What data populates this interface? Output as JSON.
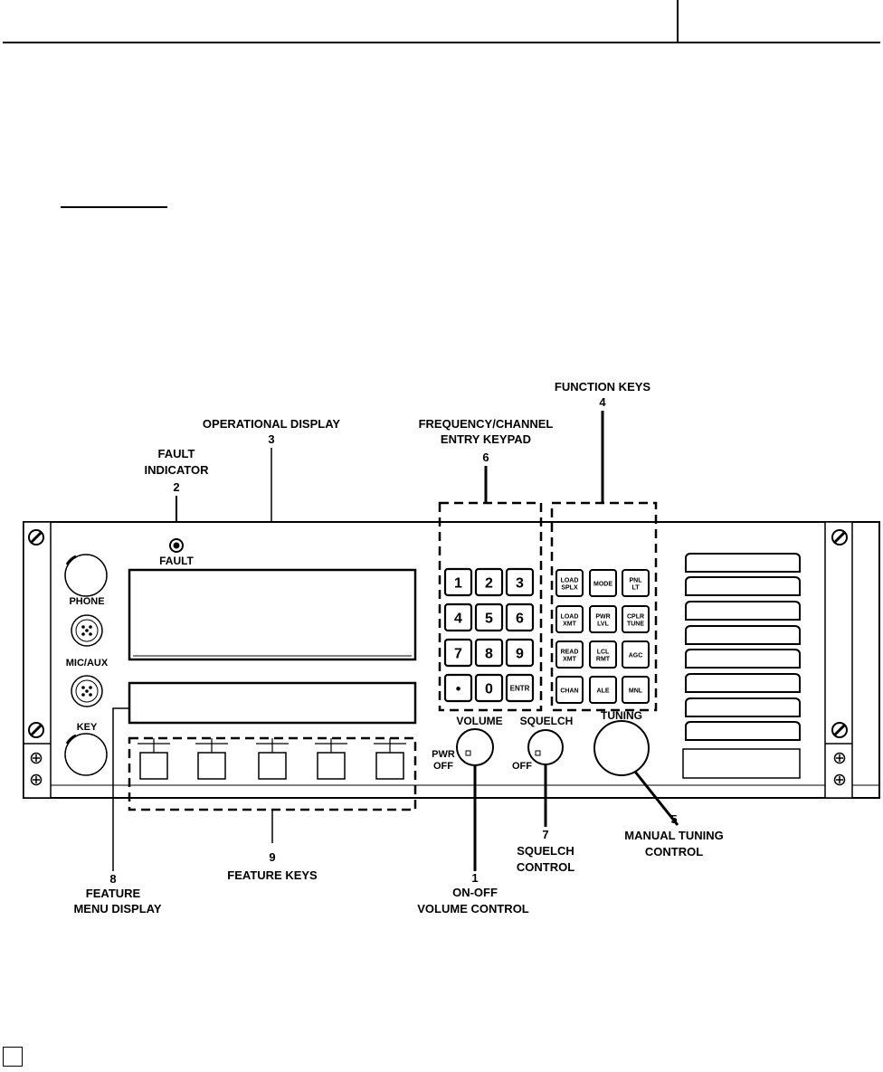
{
  "callouts": {
    "function_keys": {
      "number": "4",
      "label": "FUNCTION KEYS"
    },
    "operational_display": {
      "number": "3",
      "label": "OPERATIONAL  DISPLAY"
    },
    "keypad": {
      "number": "6",
      "line1": "FREQUENCY/CHANNEL",
      "line2": "ENTRY KEYPAD"
    },
    "fault_indicator": {
      "number": "2",
      "line1": "FAULT",
      "line2": "INDICATOR"
    },
    "feature_menu": {
      "number": "8",
      "line1": "FEATURE",
      "line2": "MENU DISPLAY"
    },
    "feature_keys": {
      "number": "9",
      "label": "FEATURE KEYS"
    },
    "volume_control": {
      "number": "1",
      "line1": "ON-OFF",
      "line2": "VOLUME  CONTROL"
    },
    "squelch_control": {
      "number": "7",
      "line1": "SQUELCH",
      "line2": "CONTROL"
    },
    "manual_tuning": {
      "number": "5",
      "line1": "MANUAL TUNING",
      "line2": "CONTROL"
    }
  },
  "panel": {
    "fault_label": "FAULT",
    "phone_label": "PHONE",
    "mic_aux_label": "MIC/AUX",
    "key_label": "KEY",
    "volume_label": "VOLUME",
    "squelch_label": "SQUELCH",
    "tuning_label": "TUNING",
    "pwr_label": "PWR",
    "off_label": "OFF",
    "squelch_off_label": "OFF",
    "keypad_keys": [
      "1",
      "2",
      "3",
      "4",
      "5",
      "6",
      "7",
      "8",
      "9",
      "•",
      "0",
      "ENTR"
    ],
    "function_keys": [
      [
        "LOAD",
        "SPLX"
      ],
      [
        "MODE"
      ],
      [
        "PNL",
        "LT"
      ],
      [
        "LOAD",
        "XMT"
      ],
      [
        "PWR",
        "LVL"
      ],
      [
        "CPLR",
        "TUNE"
      ],
      [
        "READ",
        "XMT"
      ],
      [
        "LCL",
        "RMT"
      ],
      [
        "AGC"
      ],
      [
        "CHAN"
      ],
      [
        "ALE"
      ],
      [
        "MNL"
      ]
    ]
  }
}
